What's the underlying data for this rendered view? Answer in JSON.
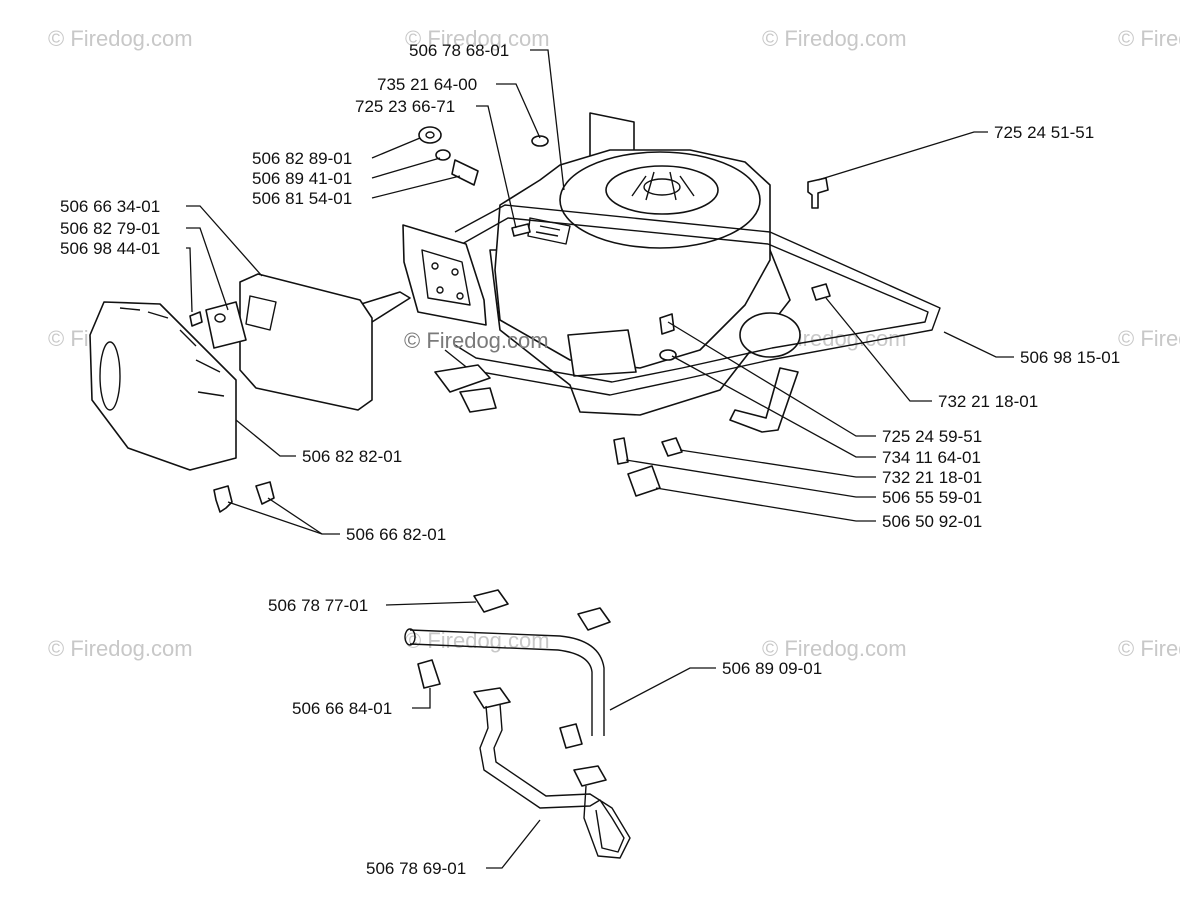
{
  "watermarks": {
    "repeat": "© Firedog.com",
    "center": "© Firedog.com"
  },
  "callouts": {
    "p_506786801": "506 78 68-01",
    "p_735216400": "735 21 64-00",
    "p_725236671": "725 23 66-71",
    "p_506828901": "506 82 89-01",
    "p_506894101": "506 89 41-01",
    "p_506815401": "506 81 54-01",
    "p_506663401": "506 66 34-01",
    "p_506827901": "506 82 79-01",
    "p_506984401": "506 98 44-01",
    "p_725245151": "725 24 51-51",
    "p_506981501": "506 98 15-01",
    "p_732211801a": "732 21 18-01",
    "p_725245951": "725 24 59-51",
    "p_734116401": "734 11 64-01",
    "p_732211801b": "732 21 18-01",
    "p_506555901": "506 55 59-01",
    "p_506509201": "506 50 92-01",
    "p_506828201": "506 82 82-01",
    "p_506668201": "506 66 82-01",
    "p_506787701": "506 78 77-01",
    "p_506890901": "506 89 09-01",
    "p_506668401": "506 66 84-01",
    "p_506786901": "506 78 69-01"
  }
}
